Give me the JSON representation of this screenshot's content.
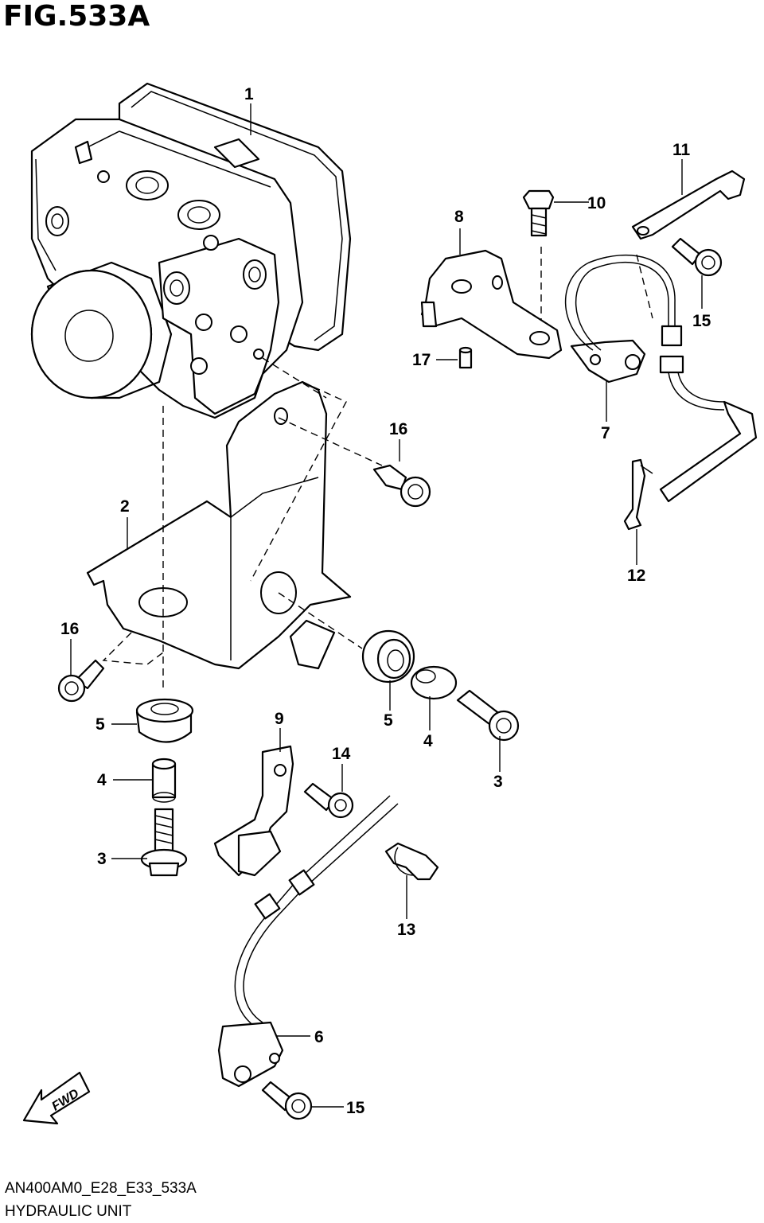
{
  "figure": {
    "title": "FIG.533A",
    "code": "AN400AM0_E28_E33_533A",
    "name": "HYDRAULIC UNIT"
  },
  "callouts": [
    "1",
    "2",
    "3",
    "3",
    "4",
    "4",
    "5",
    "5",
    "6",
    "7",
    "8",
    "9",
    "10",
    "11",
    "12",
    "13",
    "14",
    "15",
    "15",
    "16",
    "16",
    "17"
  ],
  "fwd_label": "FWD"
}
